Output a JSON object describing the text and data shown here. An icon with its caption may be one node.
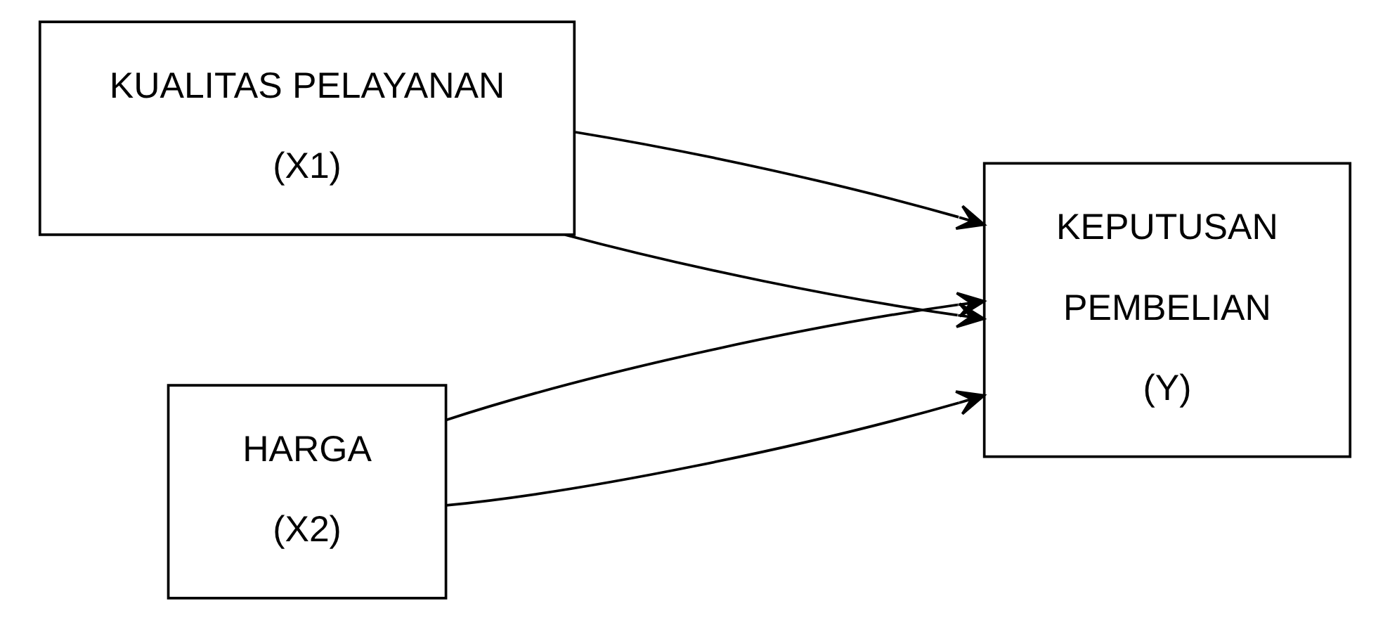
{
  "diagram": {
    "nodes": [
      {
        "text": [
          "KUALITAS PELAYANAN",
          "(X1)"
        ]
      },
      {
        "text": [
          "HARGA",
          "(X2)"
        ]
      },
      {
        "text": [
          "KEPUTUSAN",
          "PEMBELIAN",
          "(Y)"
        ]
      }
    ],
    "edges": [
      {
        "from": 0,
        "to": 2,
        "arrow": "to"
      },
      {
        "from": 1,
        "to": 2,
        "arrow": "to"
      },
      {
        "from": 0,
        "to": 2,
        "arrow": "to"
      },
      {
        "from": 1,
        "to": 2,
        "arrow": "to"
      }
    ]
  }
}
